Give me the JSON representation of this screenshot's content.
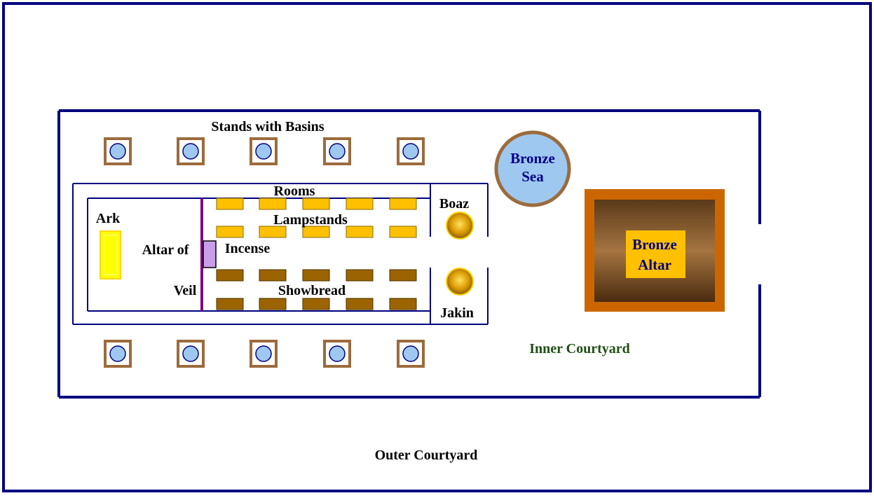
{
  "labels": {
    "stands": "Stands with Basins",
    "bronze_sea_1": "Bronze",
    "bronze_sea_2": "Sea",
    "rooms": "Rooms",
    "boaz": "Boaz",
    "ark": "Ark",
    "lampstands": "Lampstands",
    "altar_of": "Altar of",
    "incense": "Incense",
    "veil": "Veil",
    "showbread": "Showbread",
    "jakin": "Jakin",
    "bronze_altar_1": "Bronze",
    "bronze_altar_2": "Altar",
    "inner_courtyard": "Inner Courtyard",
    "outer_courtyard": "Outer Courtyard"
  },
  "colors": {
    "navy": "#000080",
    "basin_frame": "#9c6b3c",
    "basin_water": "#9fc8f0",
    "sea_fill": "#9fc8f0",
    "sea_border": "#9c6b3c",
    "lampstand_fill": "#ffc000",
    "showbread_fill": "#9c6400",
    "veil": "#800080",
    "incense_altar": "#c89ee8",
    "ark_fill": "#ffff00",
    "pillar_gold": "#e0a800",
    "altar_outer": "#cc6600",
    "altar_inner": "#6b4420",
    "altar_label_bg": "#ffc000",
    "inner_courtyard_text": "#1f4e14",
    "sea_text": "#00008b"
  }
}
